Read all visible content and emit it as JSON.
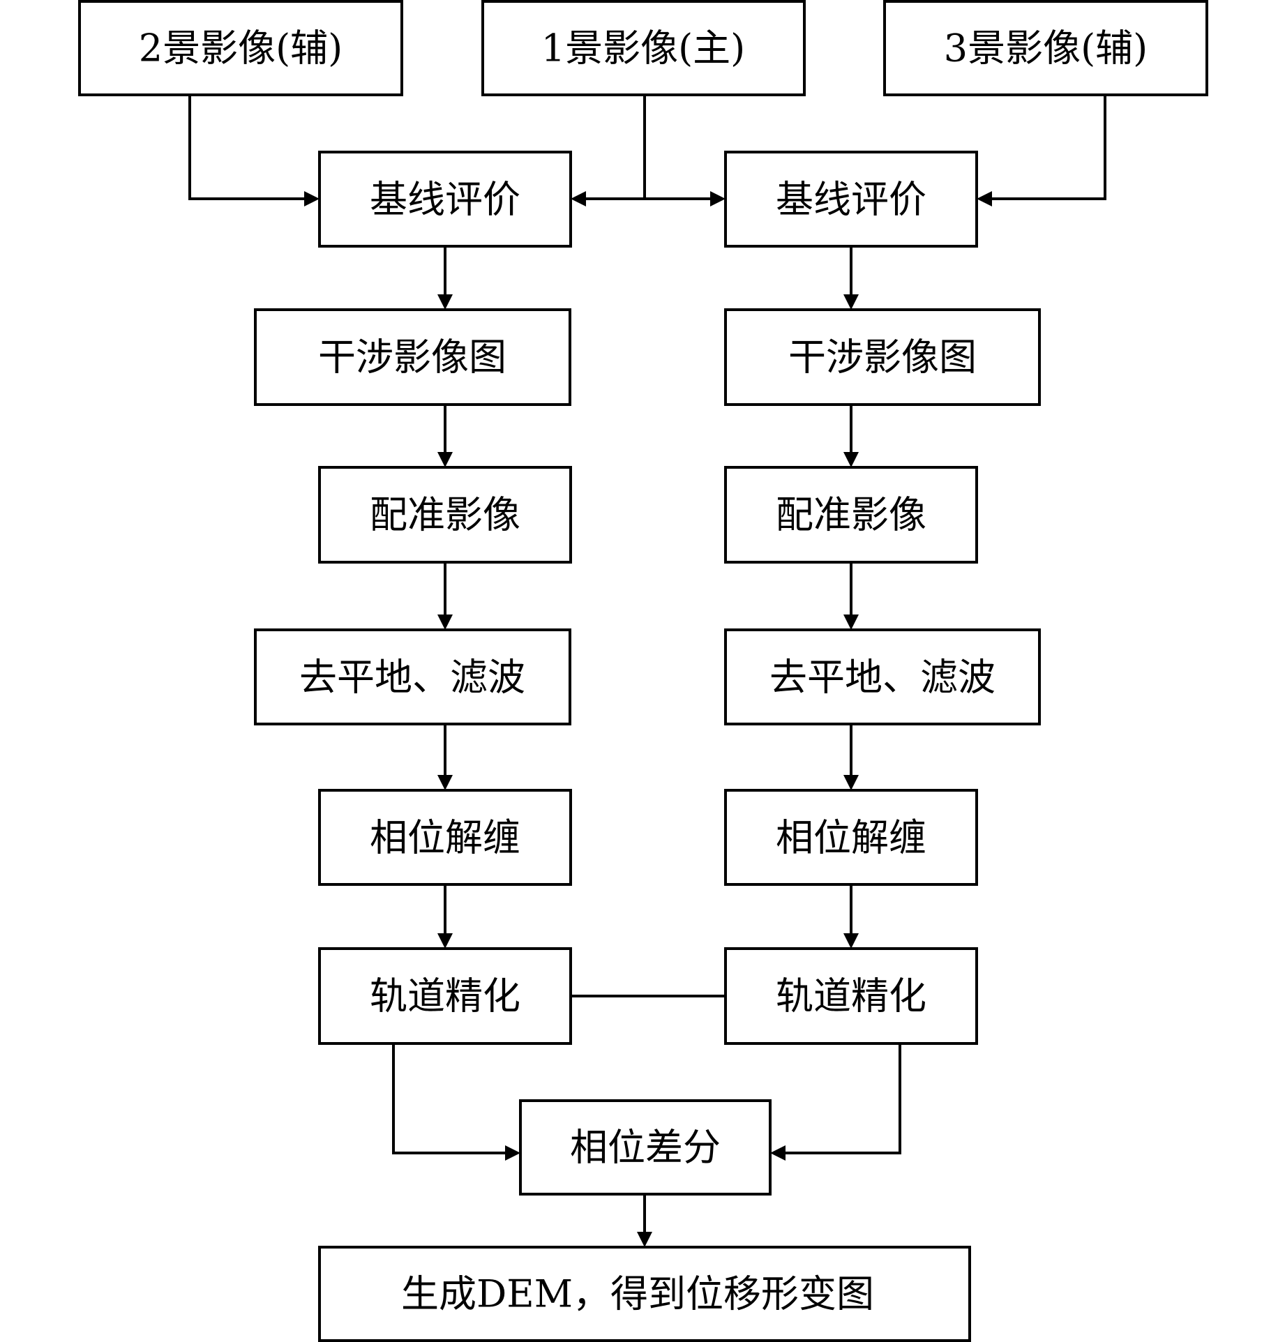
{
  "nodes": {
    "img2": {
      "label": "2景影像(辅)"
    },
    "img1": {
      "label": "1景影像(主)"
    },
    "img3": {
      "label": "3景影像(辅)"
    },
    "baseline_l": {
      "label": "基线评价"
    },
    "baseline_r": {
      "label": "基线评价"
    },
    "interf_l": {
      "label": "干涉影像图"
    },
    "interf_r": {
      "label": "干涉影像图"
    },
    "coreg_l": {
      "label": "配准影像"
    },
    "coreg_r": {
      "label": "配准影像"
    },
    "flat_l": {
      "label": "去平地、滤波"
    },
    "flat_r": {
      "label": "去平地、滤波"
    },
    "unwrap_l": {
      "label": "相位解缠"
    },
    "unwrap_r": {
      "label": "相位解缠"
    },
    "orbit_l": {
      "label": "轨道精化"
    },
    "orbit_r": {
      "label": "轨道精化"
    },
    "diff": {
      "label": "相位差分"
    },
    "output": {
      "label": "生成DEM，得到位移形变图"
    }
  },
  "edges": [
    {
      "from": "img2",
      "to": "baseline_l"
    },
    {
      "from": "img1",
      "to": "baseline_l"
    },
    {
      "from": "img1",
      "to": "baseline_r"
    },
    {
      "from": "img3",
      "to": "baseline_r"
    },
    {
      "from": "baseline_l",
      "to": "interf_l"
    },
    {
      "from": "interf_l",
      "to": "coreg_l"
    },
    {
      "from": "coreg_l",
      "to": "flat_l"
    },
    {
      "from": "flat_l",
      "to": "unwrap_l"
    },
    {
      "from": "unwrap_l",
      "to": "orbit_l"
    },
    {
      "from": "baseline_r",
      "to": "interf_r"
    },
    {
      "from": "interf_r",
      "to": "coreg_r"
    },
    {
      "from": "coreg_r",
      "to": "flat_r"
    },
    {
      "from": "flat_r",
      "to": "unwrap_r"
    },
    {
      "from": "unwrap_r",
      "to": "orbit_r"
    },
    {
      "from": "orbit_l",
      "to": "orbit_r",
      "arrow": false
    },
    {
      "from": "orbit_l",
      "to": "diff"
    },
    {
      "from": "orbit_r",
      "to": "diff"
    },
    {
      "from": "diff",
      "to": "output"
    }
  ]
}
